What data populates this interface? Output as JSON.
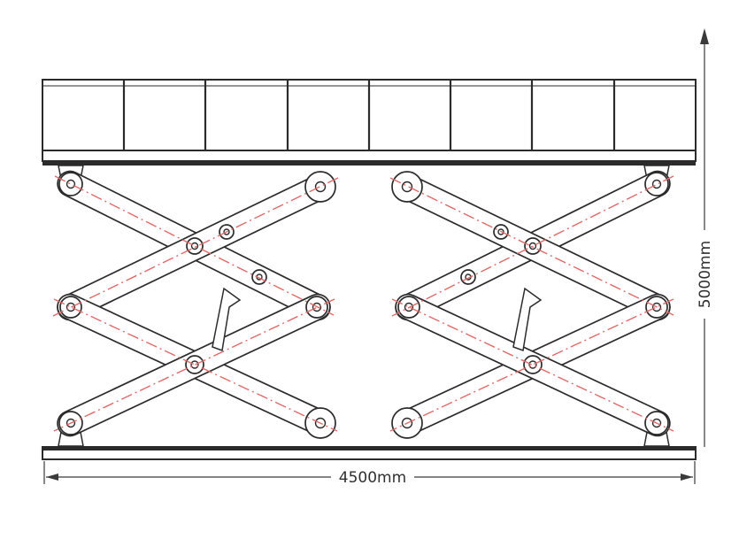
{
  "diagram": {
    "subject": "double-scissor-lift-platform",
    "dimension_labels": {
      "width": "4500mm",
      "height": "5000mm"
    },
    "platform": {
      "panel_count": 8
    },
    "colors": {
      "line": "#2b2b2b",
      "centerline": "#e06969",
      "background": "#ffffff",
      "dimension_text": "#2f2f2f"
    }
  }
}
